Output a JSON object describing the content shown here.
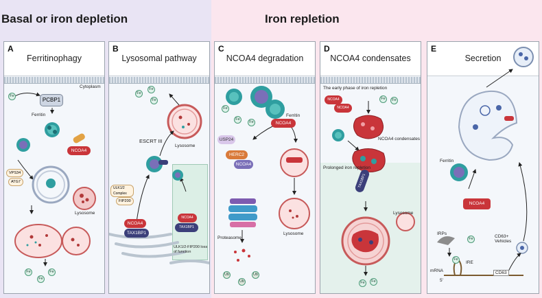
{
  "sections": {
    "basal": "Basal or iron depletion",
    "repletion": "Iron repletion"
  },
  "panels": [
    {
      "letter": "A",
      "title": "Ferritinophagy"
    },
    {
      "letter": "B",
      "title": "Lysosomal pathway"
    },
    {
      "letter": "C",
      "title": "NCOA4 degradation"
    },
    {
      "letter": "D",
      "title": "NCOA4 condensates"
    },
    {
      "letter": "E",
      "title": "Secretion"
    }
  ],
  "panel_a": {
    "cytoplasm": "Cytoplasm",
    "fe": "Fe",
    "pcbp1": "PCBP1",
    "ferritin": "Ferritin",
    "ncoa4": "NCOA4",
    "vps34": "VPS34",
    "atg7": "ATG7",
    "lysosome": "Lysosome"
  },
  "panel_b": {
    "escrt": "ESCRT III",
    "lysosome": "Lysosome",
    "ulk": "ULK1/2 Complex",
    "fip200": "FIP200",
    "ncoa4": "NCOA4",
    "tax1bp1": "TAX1BP1",
    "loss": "ULK1/2-FIP200 loss of function",
    "fe": "Fe"
  },
  "panel_c": {
    "ferritin": "Ferritin",
    "usp24": "USP24",
    "herc2": "HERC2",
    "ncoa4": "NCOA4",
    "proteasome": "Proteasome",
    "lysosome": "Lysosome",
    "ub": "Ub",
    "fe": "Fe"
  },
  "panel_d": {
    "early": "The early phase of iron repletion",
    "condensates": "NCOA4 condensates",
    "prolonged": "Prolonged iron repletion",
    "tax1bp1": "TAX1BP1",
    "lysosome": "Lysosome",
    "ncoa4": "NCOA4",
    "fe": "Fe"
  },
  "panel_e": {
    "ferritin": "Ferritin",
    "ncoa4": "NCOA4",
    "irps": "IRPs",
    "ire": "IRE",
    "mrna": "mRNA",
    "five": "5'",
    "cd63": "CD63",
    "vehicles": "CD63+ Vehicles",
    "fe": "Fe"
  }
}
